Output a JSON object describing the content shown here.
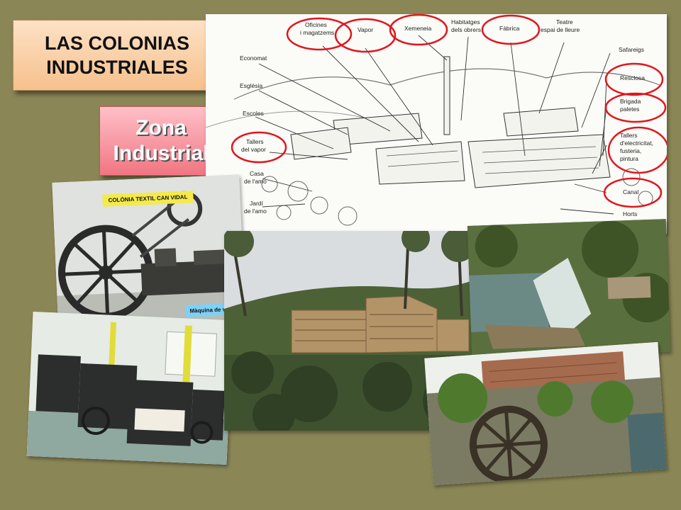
{
  "title": "LAS COLONIAS INDUSTRIALES",
  "subtitle": "Zona Industrial",
  "sketch_labels": {
    "oficines": "Oficines",
    "magatzems": "i magatzems",
    "vapor": "Vapor",
    "xemeneia": "Xemeneia",
    "habitatges": "Habitatges",
    "obrers": "dels obrers",
    "fabrica": "Fàbrica",
    "teatre": "Teatre",
    "espai": "espai de lleure",
    "economat": "Economat",
    "esglesia": "Església",
    "escoles": "Escoles",
    "tallers": "Tallers",
    "delvapor": "del vapor",
    "casa": "Casa",
    "lamo1": "de l'amo",
    "jardi": "Jardí",
    "lamo2": "de l'amo",
    "safareigs": "Safareigs",
    "resclosa": "Resclosa",
    "brigada": "Brigada",
    "paletes": "paletes",
    "tallerselec": "Tallers",
    "electricitat": "d'electricitat,",
    "fusteria": "fusteria,",
    "pintura": "pintura",
    "canal": "Canal",
    "horts": "Horts"
  },
  "photos": {
    "steam_caption_top": "COLÒNIA TEXTIL CAN VIDAL",
    "steam_caption_bottom": "Màquina de vapor"
  },
  "colors": {
    "background": "#8a8656",
    "highlight_circles": "#e0161c",
    "title_fill": "#f6c08c",
    "subtitle_fill": "#f07682"
  }
}
